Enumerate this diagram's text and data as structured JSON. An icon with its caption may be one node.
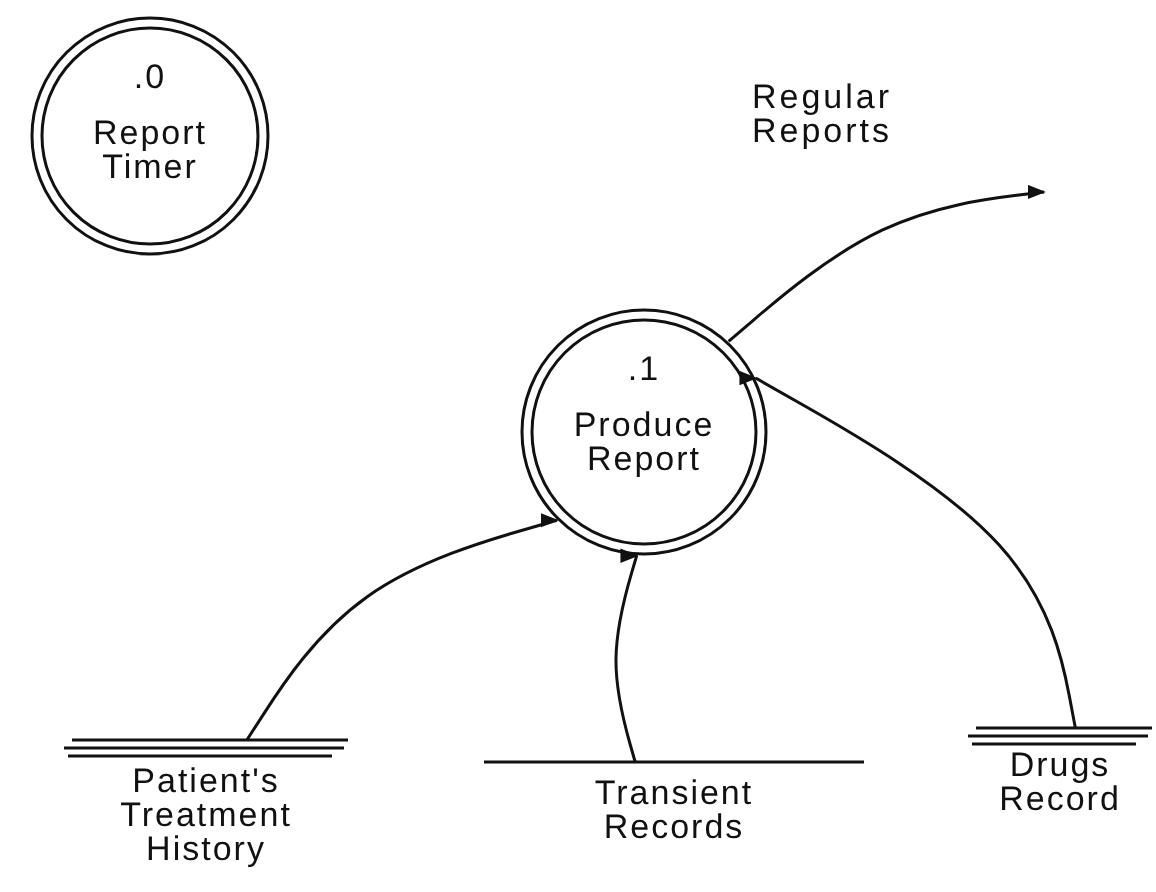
{
  "diagram": {
    "nodes": [
      {
        "text": [
          ".0",
          "Report Timer"
        ]
      },
      {
        "text": [
          ".1",
          "Produce Report"
        ]
      },
      {
        "text": [
          "Patient's Treatment History"
        ]
      },
      {
        "text": [
          "Transient Records"
        ]
      },
      {
        "text": [
          "Drugs Record"
        ]
      }
    ],
    "edges": [
      {
        "from": 1,
        "to": null,
        "arrow": "to",
        "label": "Regular Reports"
      },
      {
        "from": 2,
        "to": 1,
        "arrow": "to"
      },
      {
        "from": 3,
        "to": 1,
        "arrow": "to"
      },
      {
        "from": 4,
        "to": 1,
        "arrow": "to"
      }
    ]
  }
}
